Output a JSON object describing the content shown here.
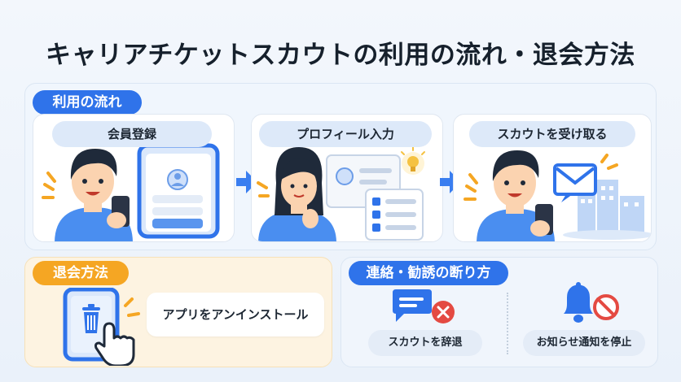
{
  "title": "キャリアチケットスカウトの利用の流れ・退会方法",
  "flow": {
    "heading": "利用の流れ",
    "steps": [
      {
        "label": "会員登録"
      },
      {
        "label": "プロフィール入力"
      },
      {
        "label": "スカウトを受け取る"
      }
    ]
  },
  "withdraw": {
    "heading": "退会方法",
    "action": "アプリをアンインストール"
  },
  "contact": {
    "heading": "連絡・勧誘の断り方",
    "options": [
      {
        "label": "スカウトを辞退"
      },
      {
        "label": "お知らせ通知を停止"
      }
    ]
  },
  "colors": {
    "primary": "#2f73ea",
    "accent": "#f5a623",
    "skin": "#fbd3b0",
    "hair": "#1f2a3a"
  },
  "icons": [
    "phone-icon",
    "profile-card-icon",
    "lightbulb-icon",
    "checklist-icon",
    "envelope-icon",
    "building-icon",
    "trash-icon",
    "hand-cursor-icon",
    "chat-icon",
    "cancel-icon",
    "bell-icon",
    "prohibited-icon"
  ]
}
